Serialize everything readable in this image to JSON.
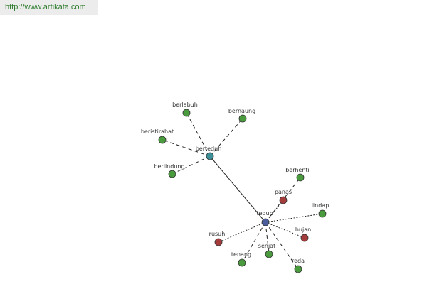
{
  "source_url": "http://www.artikata.com",
  "colors": {
    "url_text": "#2f7d2f",
    "hub": "#4b5d9c",
    "synonym": "#3f8f99",
    "related": "#4a9a3e",
    "antonym": "#a53c3c",
    "edge": "#222222"
  },
  "graph": {
    "nodes": [
      {
        "id": "teduh",
        "label": "teduh",
        "kind": "hub"
      },
      {
        "id": "berteduh",
        "label": "berteduh",
        "kind": "synonym"
      },
      {
        "id": "berlabuh",
        "label": "berlabuh",
        "kind": "related"
      },
      {
        "id": "bernaung",
        "label": "bernaung",
        "kind": "related"
      },
      {
        "id": "beristirahat",
        "label": "beristirahat",
        "kind": "related"
      },
      {
        "id": "berlindung",
        "label": "berlindung",
        "kind": "related"
      },
      {
        "id": "berhenti",
        "label": "berhenti",
        "kind": "related"
      },
      {
        "id": "panas",
        "label": "panas",
        "kind": "antonym"
      },
      {
        "id": "lindap",
        "label": "lindap",
        "kind": "related"
      },
      {
        "id": "hujan",
        "label": "hujan",
        "kind": "antonym"
      },
      {
        "id": "rusuh",
        "label": "rusuh",
        "kind": "antonym"
      },
      {
        "id": "tenang",
        "label": "tenang",
        "kind": "related"
      },
      {
        "id": "senjat",
        "label": "senjat",
        "kind": "related"
      },
      {
        "id": "reda",
        "label": "reda",
        "kind": "related"
      }
    ],
    "edges": [
      {
        "from": "teduh",
        "to": "berteduh",
        "style": "solid"
      },
      {
        "from": "berteduh",
        "to": "berlabuh",
        "style": "dashed"
      },
      {
        "from": "berteduh",
        "to": "bernaung",
        "style": "dashed"
      },
      {
        "from": "berteduh",
        "to": "beristirahat",
        "style": "dashed"
      },
      {
        "from": "berteduh",
        "to": "berlindung",
        "style": "dashed"
      },
      {
        "from": "teduh",
        "to": "berhenti",
        "style": "dashed"
      },
      {
        "from": "teduh",
        "to": "panas",
        "style": "dotted"
      },
      {
        "from": "teduh",
        "to": "lindap",
        "style": "dotted"
      },
      {
        "from": "teduh",
        "to": "hujan",
        "style": "dotted"
      },
      {
        "from": "teduh",
        "to": "rusuh",
        "style": "dotted"
      },
      {
        "from": "teduh",
        "to": "tenang",
        "style": "dashed"
      },
      {
        "from": "teduh",
        "to": "senjat",
        "style": "dashed"
      },
      {
        "from": "teduh",
        "to": "reda",
        "style": "dashed"
      }
    ]
  }
}
